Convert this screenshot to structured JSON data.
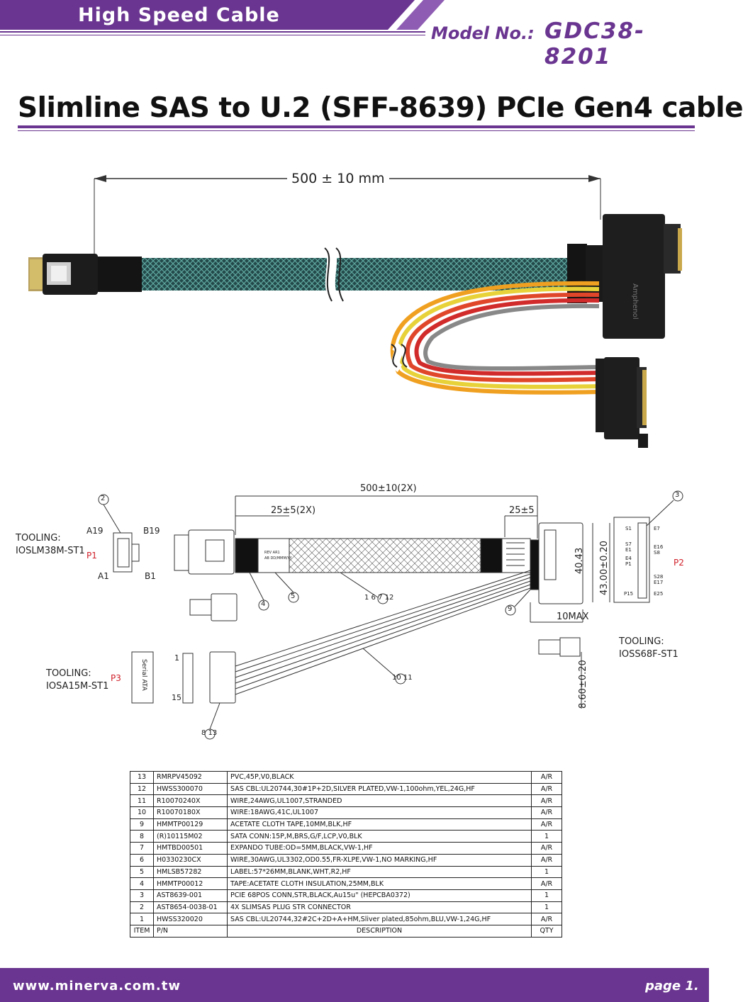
{
  "header": {
    "category": "High Speed Cable",
    "model_label": "Model No.:",
    "model_value": "GDC38-8201",
    "brand_color": "#6a3590"
  },
  "title": "Slimline SAS to U.2 (SFF-8639) PCIe Gen4 cable",
  "photo": {
    "length_label": "500 ± 10 mm",
    "connector_brand": "Amphenol"
  },
  "drawing": {
    "overall_dim": "500±10(2X)",
    "breakout_dim": "25±5(2X)",
    "end_dim": "25±5",
    "height_dim_1": "40.43",
    "height_dim_2": "43.00±0.20",
    "width_dim": "10MAX",
    "small_dim": "8.60±0.20",
    "tooling_p1": [
      "TOOLING:",
      "IOSLM38M-ST1"
    ],
    "tooling_p2": [
      "TOOLING:",
      "IOSS68F-ST1"
    ],
    "tooling_p3": [
      "TOOLING:",
      "IOSA15M-ST1"
    ],
    "p1": "P1",
    "p2": "P2",
    "p3": "P3",
    "pin_a19": "A19",
    "pin_b19": "B19",
    "pin_a1": "A1",
    "pin_b1": "B1",
    "pin_1": "1",
    "pin_15": "15",
    "p2_pins": [
      "S1",
      "E7",
      "S7",
      "E1",
      "E16",
      "S8",
      "E4",
      "P1",
      "S28",
      "E17",
      "P15",
      "E25"
    ],
    "sata_label": "Serial ATA",
    "label_text": [
      "REV  AR1",
      "AB  DD/MMM/YY"
    ],
    "callouts": [
      "2",
      "3",
      "4",
      "5",
      "1 6 7 12",
      "9",
      "10 11",
      "8 13"
    ]
  },
  "bom": {
    "rows": [
      [
        "13",
        "RMRPV45092",
        "PVC,45P,V0,BLACK",
        "A/R"
      ],
      [
        "12",
        "HWSS300070",
        "SAS CBL:UL20744,30#1P+2D,SILVER PLATED,VW-1,100ohm,YEL,24G,HF",
        "A/R"
      ],
      [
        "11",
        "R10070240X",
        "WIRE,24AWG,UL1007,STRANDED",
        "A/R"
      ],
      [
        "10",
        "R10070180X",
        "WIRE:18AWG,41C,UL1007",
        "A/R"
      ],
      [
        "9",
        "HMMTP00129",
        "ACETATE CLOTH TAPE,10MM,BLK,HF",
        "A/R"
      ],
      [
        "8",
        "(R)10115M02",
        "SATA CONN:15P,M,BRS,G/F,LCP,V0,BLK",
        "1"
      ],
      [
        "7",
        "HMTBD00501",
        "EXPANDO TUBE:OD=5MM,BLACK,VW-1,HF",
        "A/R"
      ],
      [
        "6",
        "H0330230CX",
        "WIRE,30AWG,UL3302,OD0.55,FR-XLPE,VW-1,NO MARKING,HF",
        "A/R"
      ],
      [
        "5",
        "HMLSB57282",
        "LABEL:57*26MM,BLANK,WHT,R2,HF",
        "1"
      ],
      [
        "4",
        "HMMTP00012",
        "TAPE:ACETATE CLOTH INSULATION,25MM,BLK",
        "A/R"
      ],
      [
        "3",
        "AST8639-001",
        "PCIE 68POS CONN,STR,BLACK,Au15u\" (HEPCBA0372)",
        "1"
      ],
      [
        "2",
        "AST8654-0038-01",
        "4X SLIMSAS PLUG STR CONNECTOR",
        "1"
      ],
      [
        "1",
        "HWSS320020",
        "SAS CBL:UL20744,32#2C+2D+A+HM,Sliver plated,85ohm,BLU,VW-1,24G,HF",
        "A/R"
      ]
    ],
    "header": [
      "ITEM",
      "P/N",
      "DESCRIPTION",
      "QTY"
    ]
  },
  "footer": {
    "url": "www.minerva.com.tw",
    "page": "page 1."
  }
}
